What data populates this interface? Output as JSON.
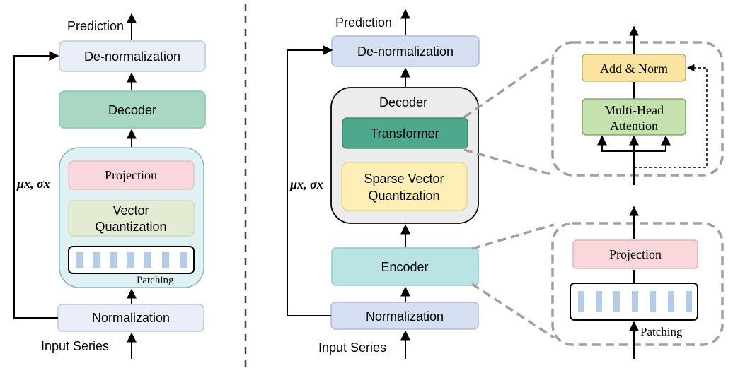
{
  "left": {
    "prediction": "Prediction",
    "denormalization": "De-normalization",
    "decoder": "Decoder",
    "projection": "Projection",
    "vq_line1": "Vector",
    "vq_line2": "Quantization",
    "patching": "Patching",
    "normalization": "Normalization",
    "input": "Input Series",
    "stats": "μx, σx"
  },
  "right": {
    "prediction": "Prediction",
    "denormalization": "De-normalization",
    "decoder": "Decoder",
    "transformer": "Transformer",
    "svq_line1": "Sparse Vector",
    "svq_line2": "Quantization",
    "encoder": "Encoder",
    "normalization": "Normalization",
    "input": "Input Series",
    "stats": "μx, σx",
    "detail_top": {
      "addnorm": "Add & Norm",
      "mha_line1": "Multi-Head",
      "mha_line2": "Attention"
    },
    "detail_bottom": {
      "projection": "Projection",
      "patching": "Patching"
    }
  },
  "colors": {
    "light_blue_box": "#e9eef8",
    "mid_blue_box": "#d6def2",
    "teal_box": "#a8d8c4",
    "teal_dark": "#4ea88e",
    "cyan_box": "#b9e3e4",
    "cyan_container": "#dff1f3",
    "pink_box": "#f9d7da",
    "green_light": "#e3ecd3",
    "green_box": "#c5e1ad",
    "yellow_box": "#fdefb5",
    "gold_box": "#fbe3a1",
    "gray_container": "#ececec",
    "patch_blue": "#b4cce8",
    "dashed_gray": "#a0a0a0"
  }
}
